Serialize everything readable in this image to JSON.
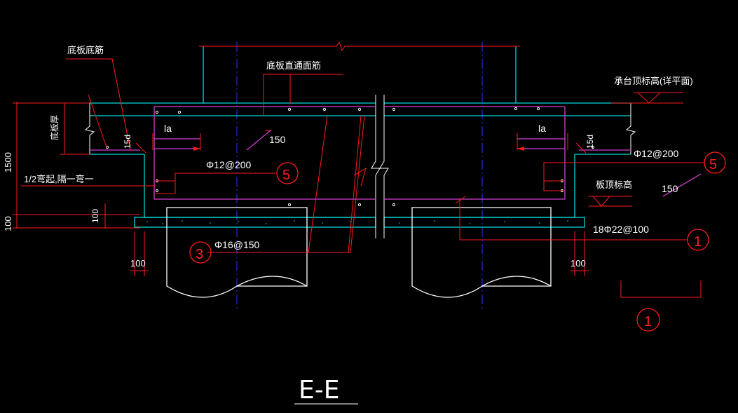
{
  "colors": {
    "background": "#000000",
    "concrete_outline": "#00d8d8",
    "rebar_magenta": "#d040d0",
    "leader_red": "#ff1a1a",
    "axis_blue": "#3030ff",
    "text_white": "#ffffff"
  },
  "labels": {
    "bottom_rebar": "底板底筋",
    "through_top_rebar": "底板直通面筋",
    "cap_top_elevation": "承台顶标高(详平面)",
    "slab_thickness": "底板厚",
    "bend_note": "1/2弯起,隔一弯一",
    "slab_top_elevation": "板顶标高"
  },
  "dims": {
    "la_left": "la",
    "la_right": "la",
    "d15_left": "15d",
    "d15_right": "15d",
    "dim_1500": "1500",
    "dim_100_left": "100",
    "dim_100_vert": "100",
    "dim_100_bottom_left": "100",
    "dim_100_bottom_right": "100",
    "dim_150_top": "150",
    "dim_150_right": "150"
  },
  "rebar": {
    "phi12_left": "Φ12@200",
    "phi12_right": "Φ12@200",
    "phi16": "Φ16@150",
    "phi22": "18Φ22@100"
  },
  "markers": {
    "m5_left": "5",
    "m5_right": "5",
    "m3": "3",
    "m1_right": "1",
    "m1_detail": "1"
  },
  "section_title": "E-E"
}
